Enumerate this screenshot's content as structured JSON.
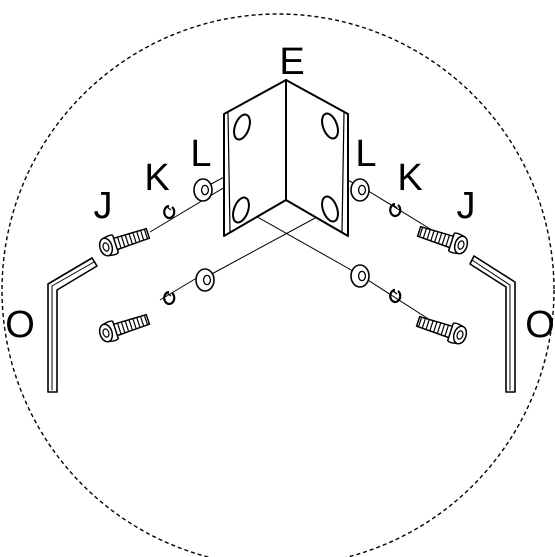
{
  "labels": {
    "bracket": "E",
    "bolt_left": "J",
    "bolt_right": "J",
    "lockwasher_left": "K",
    "lockwasher_right": "K",
    "washer_left": "L",
    "washer_right": "L",
    "hexkey_left": "O",
    "hexkey_right": "O"
  },
  "colors": {
    "ink": "#000000",
    "background": "#ffffff"
  }
}
